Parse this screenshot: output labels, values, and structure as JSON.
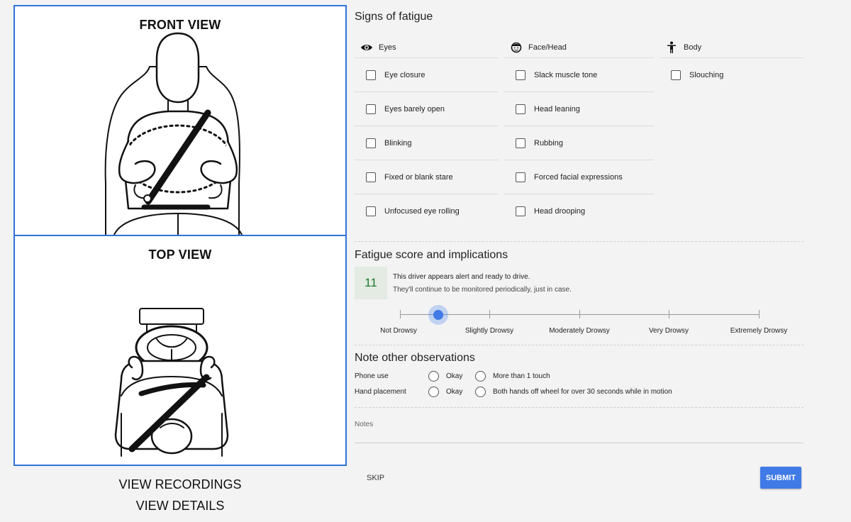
{
  "left": {
    "front_view_title": "FRONT VIEW",
    "top_view_title": "TOP VIEW",
    "view_recordings_label": "VIEW RECORDINGS",
    "view_details_label": "VIEW DETAILS"
  },
  "signs": {
    "title": "Signs of fatigue",
    "categories": [
      {
        "label": "Eyes",
        "icon": "eye-icon",
        "items": [
          "Eye closure",
          "Eyes barely open",
          "Blinking",
          "Fixed or blank stare",
          "Unfocused eye rolling"
        ]
      },
      {
        "label": "Face/Head",
        "icon": "face-icon",
        "items": [
          "Slack muscle tone",
          "Head leaning",
          "Rubbing",
          "Forced facial expressions",
          "Head drooping"
        ]
      },
      {
        "label": "Body",
        "icon": "person-icon",
        "items": [
          "Slouching"
        ]
      }
    ]
  },
  "score": {
    "title": "Fatigue score and implications",
    "value": "11",
    "line1": "This driver appears alert and ready to drive.",
    "line2": "They'll continue to be monitored periodically, just in case.",
    "accent_color": "#1f7a2e",
    "scale": [
      "Not Drowsy",
      "Slightly Drowsy",
      "Moderately Drowsy",
      "Very Drowsy",
      "Extremely Drowsy"
    ],
    "selected_index": 0.4
  },
  "observations": {
    "title": "Note other observations",
    "rows": [
      {
        "label": "Phone use",
        "option1": "Okay",
        "option2": "More than 1 touch"
      },
      {
        "label": "Hand placement",
        "option1": "Okay",
        "option2": "Both hands off wheel for over 30 seconds while in motion"
      }
    ]
  },
  "notes": {
    "label": "Notes"
  },
  "actions": {
    "skip_label": "SKIP",
    "submit_label": "SUBMIT",
    "primary_color": "#3f7ae6"
  }
}
